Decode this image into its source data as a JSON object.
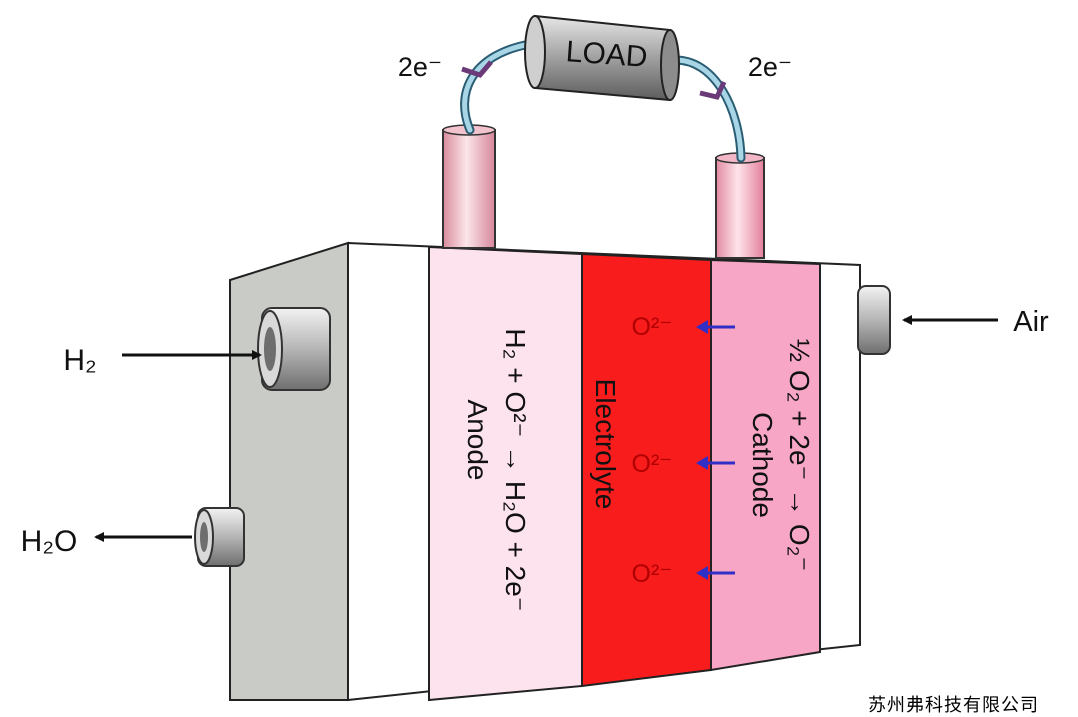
{
  "labels": {
    "load": "LOAD",
    "electrons_left": "2e⁻",
    "electrons_right": "2e⁻",
    "h2_in": "H₂",
    "h2o_out": "H₂O",
    "air_in": "Air",
    "anode_reaction": "H₂ + O²⁻ → H₂O + 2e⁻",
    "anode": "Anode",
    "electrolyte": "Electrolyte",
    "cathode_reaction": "½ O₂ + 2e⁻ → O₂⁻",
    "cathode": "Cathode",
    "ions": [
      "O²⁻",
      "O²⁻",
      "O²⁻"
    ],
    "company": "苏州弗科技有限公司"
  },
  "colors": {
    "housing_side": "#c9cbc6",
    "housing_front": "#ffffff",
    "anode": "#fde3ee",
    "electrolyte": "#f81c1c",
    "cathode": "#f7a6c6",
    "wire": "#a9d6e6",
    "arrow_blue": "#3030c8",
    "connector": "#6b3a78"
  }
}
